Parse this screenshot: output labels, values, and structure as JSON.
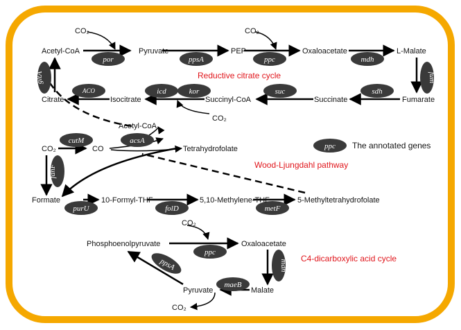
{
  "colors": {
    "frame": "#f5a800",
    "gene_fill": "#3a3a3a",
    "pathway_label": "#e0141a"
  },
  "pathways": {
    "reductive_citrate": "Reductive citrate cycle",
    "wood_ljungdahl": "Wood-Ljungdahl pathway",
    "c4_dicarboxylic": "C4-dicarboxylic acid cycle"
  },
  "legend": {
    "gene": "ppc",
    "text": "The annotated genes"
  },
  "metabolites": {
    "acetyl_coa_top": "Acetyl-CoA",
    "pyruvate_top": "Pyruvate",
    "pep": "PEP",
    "oxaloacetate_top": "Oxaloacetate",
    "l_malate": "L-Malate",
    "fumarate": "Fumarate",
    "succinate": "Succinate",
    "succinyl_coa": "Succinyl-CoA",
    "isocitrate": "Isocitrate",
    "citrate": "Citrate",
    "co2_1": "CO₂",
    "co2_2": "CO₂",
    "co2_3": "CO₂",
    "acetyl_coa_mid": "Acetyl-CoA",
    "co2_wl": "CO₂",
    "co": "CO",
    "thf": "Tetrahydrofolate",
    "formate": "Formate",
    "formyl_thf": "10-Formyl-THF",
    "methylene_thf": "5,10-Methylene-THF",
    "methyl_thf": "5-Methyltetrahydrofolate",
    "co2_4": "CO₂",
    "pep_full": "Phosphoenolpyruvate",
    "oxaloacetate_bottom": "Oxaloacetate",
    "malate": "Malate",
    "pyruvate_bottom": "Pyruvate",
    "co2_5": "CO₂"
  },
  "genes": {
    "por": "por",
    "ppsA_top": "ppsA",
    "ppc_top": "ppc",
    "mdh_top": "mdh",
    "fum": "fum",
    "sdh": "sdh",
    "suc": "suc",
    "icd": "icd",
    "kor": "kor",
    "ACO": "ACO",
    "gltA": "gltA",
    "cutM": "cutM",
    "acsA": "acsA",
    "fdhF": "fdhF",
    "purU": "purU",
    "folD": "folD",
    "metF": "metF",
    "ppc_bottom": "ppc",
    "mdh_bottom": "mdh",
    "ppsA_bottom": "ppsA",
    "maeB": "maeB"
  }
}
